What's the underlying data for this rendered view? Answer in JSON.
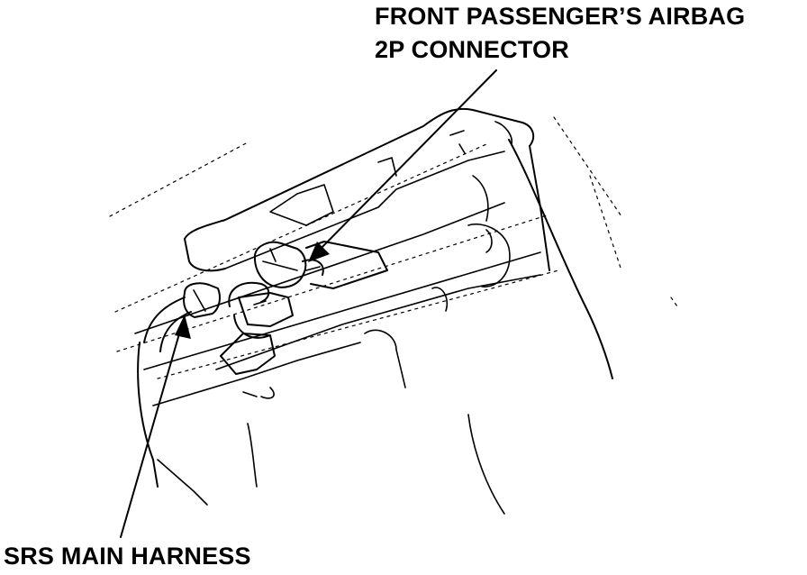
{
  "callouts": {
    "airbag_connector_line1": "FRONT PASSENGER’S AIRBAG",
    "airbag_connector_line2": "2P CONNECTOR",
    "srs_main_harness": "SRS MAIN HARNESS"
  }
}
